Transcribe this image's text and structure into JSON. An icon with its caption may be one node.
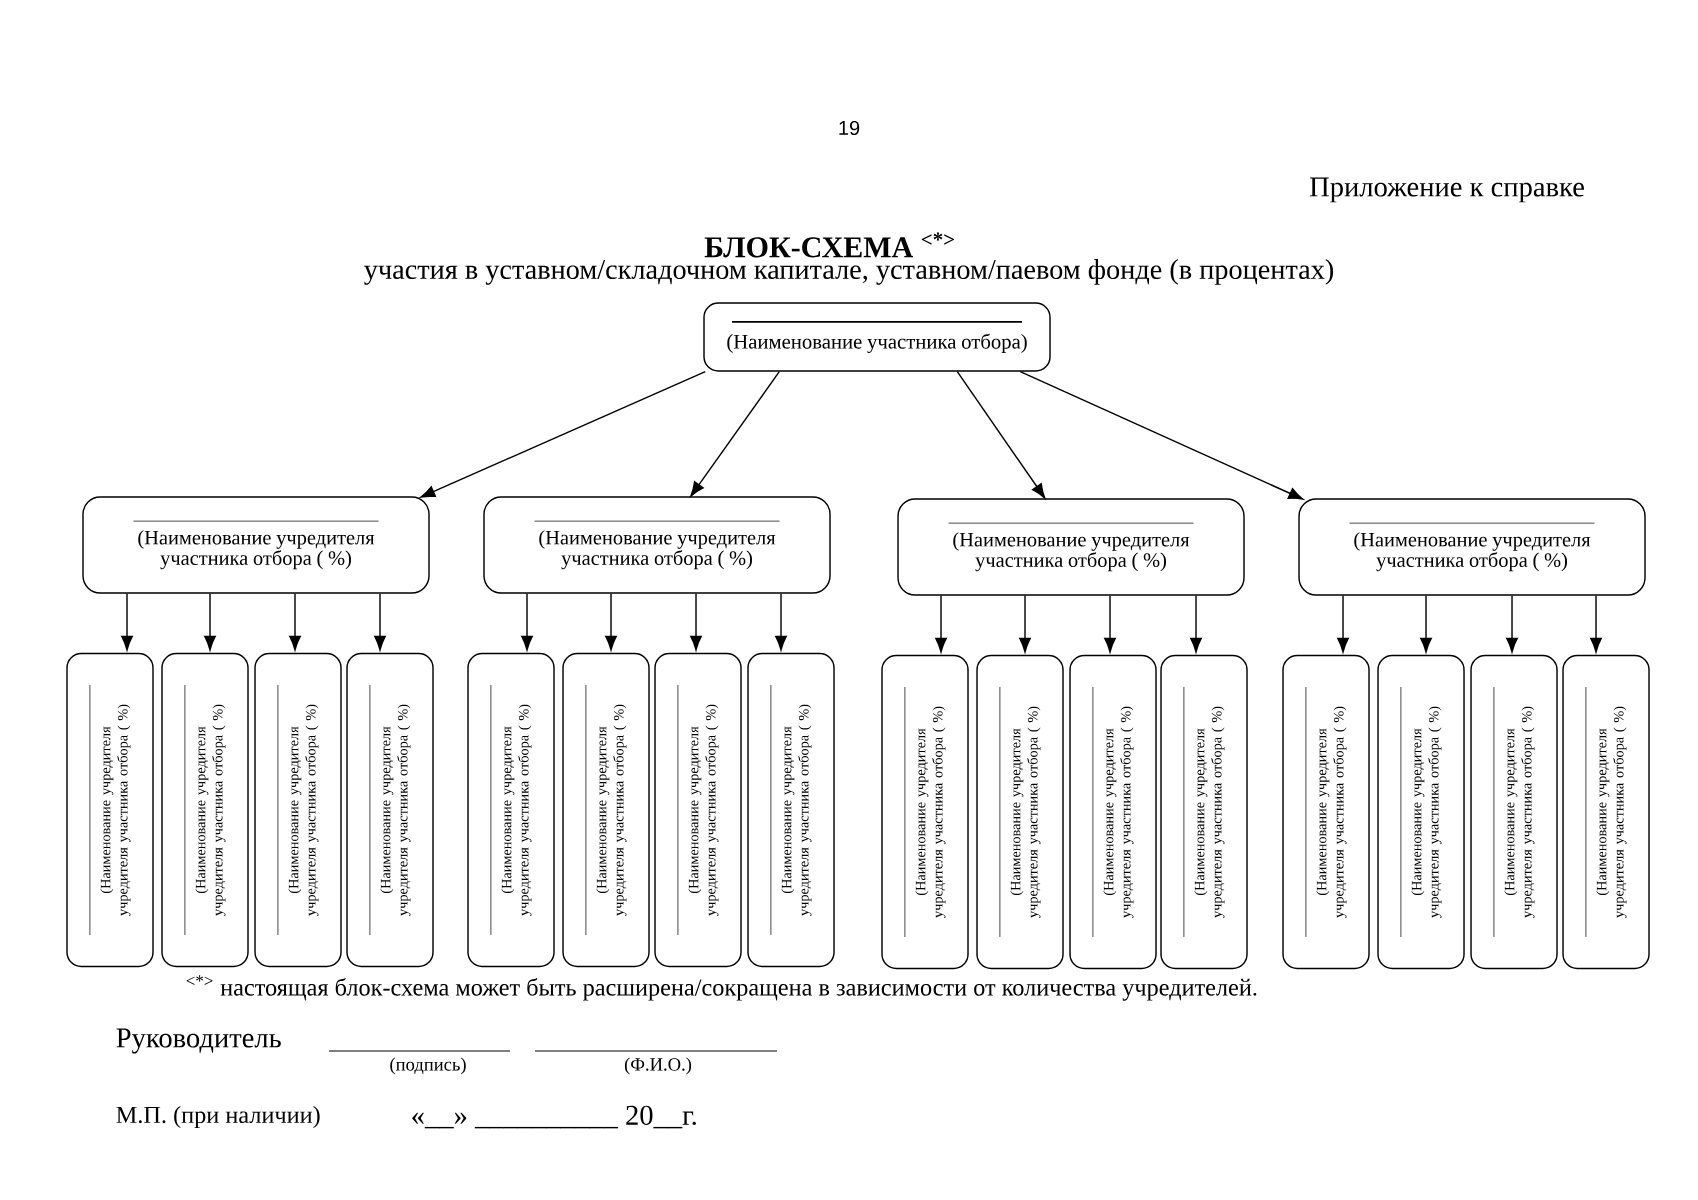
{
  "diagram": {
    "title": "БЛОК-СХЕМА $^{<*>}$",
    "nodes": [
      {
        "text": [
          "(Наименование участника отбора)"
        ]
      },
      {
        "text": [
          "(Наименование учредителя участника отбора ( %)"
        ]
      },
      {
        "text": [
          "(Наименование учредителя участника отбора ( %)"
        ]
      },
      {
        "text": [
          "(Наименование учредителя участника отбора ( %)"
        ]
      },
      {
        "text": [
          "(Наименование учредителя участника отбора ( %)"
        ]
      },
      {
        "text": [
          "(Наименование учредителя учредителя участника отбора ( %)"
        ]
      },
      {
        "text": [
          "(Наименование учредителя учредителя участника отбора ( %)"
        ]
      },
      {
        "text": [
          "(Наименование учредителя учредителя участника отбора ( %)"
        ]
      },
      {
        "text": [
          "(Наименование учредителя учредителя участника отбора ( %)"
        ]
      },
      {
        "text": [
          "(Наименование учредителя учредителя участника отбора ( %)"
        ]
      },
      {
        "text": [
          "(Наименование учредителя учредителя участника отбора ( %)"
        ]
      },
      {
        "text": [
          "(Наименование учредителя учредителя участника отбора ( %)"
        ]
      },
      {
        "text": [
          "(Наименование учредителя учредителя участника отбора ( %)"
        ]
      },
      {
        "text": [
          "(Наименование учредителя учредителя участника отбора ( %)"
        ]
      },
      {
        "text": [
          "(Наименование учредителя учредителя участника отбора ( %)"
        ]
      },
      {
        "text": [
          "(Наименование учредителя учредителя участника отбора ( %)"
        ]
      },
      {
        "text": [
          "(Наименование учредителя учредителя участника отбора ( %)"
        ]
      },
      {
        "text": [
          "(Наименование учредителя учредителя участника отбора ( %)"
        ]
      },
      {
        "text": [
          "(Наименование учредителя учредителя участника отбора ( %)"
        ]
      },
      {
        "text": [
          "(Наименование учредителя учредителя участника отбора ( %)"
        ]
      },
      {
        "text": [
          "(Наименование учредителя учредителя участника отбора ( %)"
        ]
      }
    ],
    "edges": [
      {
        "from": 0,
        "to": 1,
        "arrow": "to"
      },
      {
        "from": 0,
        "to": 2,
        "arrow": "to"
      },
      {
        "from": 0,
        "to": 3,
        "arrow": "to"
      },
      {
        "from": 0,
        "to": 4,
        "arrow": "to"
      },
      {
        "from": 1,
        "to": 5,
        "arrow": "to"
      },
      {
        "from": 1,
        "to": 6,
        "arrow": "to"
      },
      {
        "from": 1,
        "to": 7,
        "arrow": "to"
      },
      {
        "from": 1,
        "to": 8,
        "arrow": "to"
      },
      {
        "from": 2,
        "to": 9,
        "arrow": "to"
      },
      {
        "from": 2,
        "to": 10,
        "arrow": "to"
      },
      {
        "from": 2,
        "to": 11,
        "arrow": "to"
      },
      {
        "from": 2,
        "to": 12,
        "arrow": "to"
      },
      {
        "from": 3,
        "to": 13,
        "arrow": "to"
      },
      {
        "from": 3,
        "to": 14,
        "arrow": "to"
      },
      {
        "from": 3,
        "to": 15,
        "arrow": "to"
      },
      {
        "from": 3,
        "to": 16,
        "arrow": "to"
      },
      {
        "from": 4,
        "to": 17,
        "arrow": "to"
      },
      {
        "from": 4,
        "to": 18,
        "arrow": "to"
      },
      {
        "from": 4,
        "to": 19,
        "arrow": "to"
      },
      {
        "from": 4,
        "to": 20,
        "arrow": "to"
      }
    ],
    "labels": [
      "19",
      "Приложение к справке",
      "участия в уставном/складочном капитале, уставном/паевом фонде (в процентах)",
      "$^{<*>}$ настоящая блок-схема может быть расширена/сокращена в зависимости от количества учредителей.",
      "Руководитель",
      "(подпись)",
      "(Ф.И.О.)",
      "М.П. (при наличии)",
      "«__» __________ 20__г."
    ]
  }
}
